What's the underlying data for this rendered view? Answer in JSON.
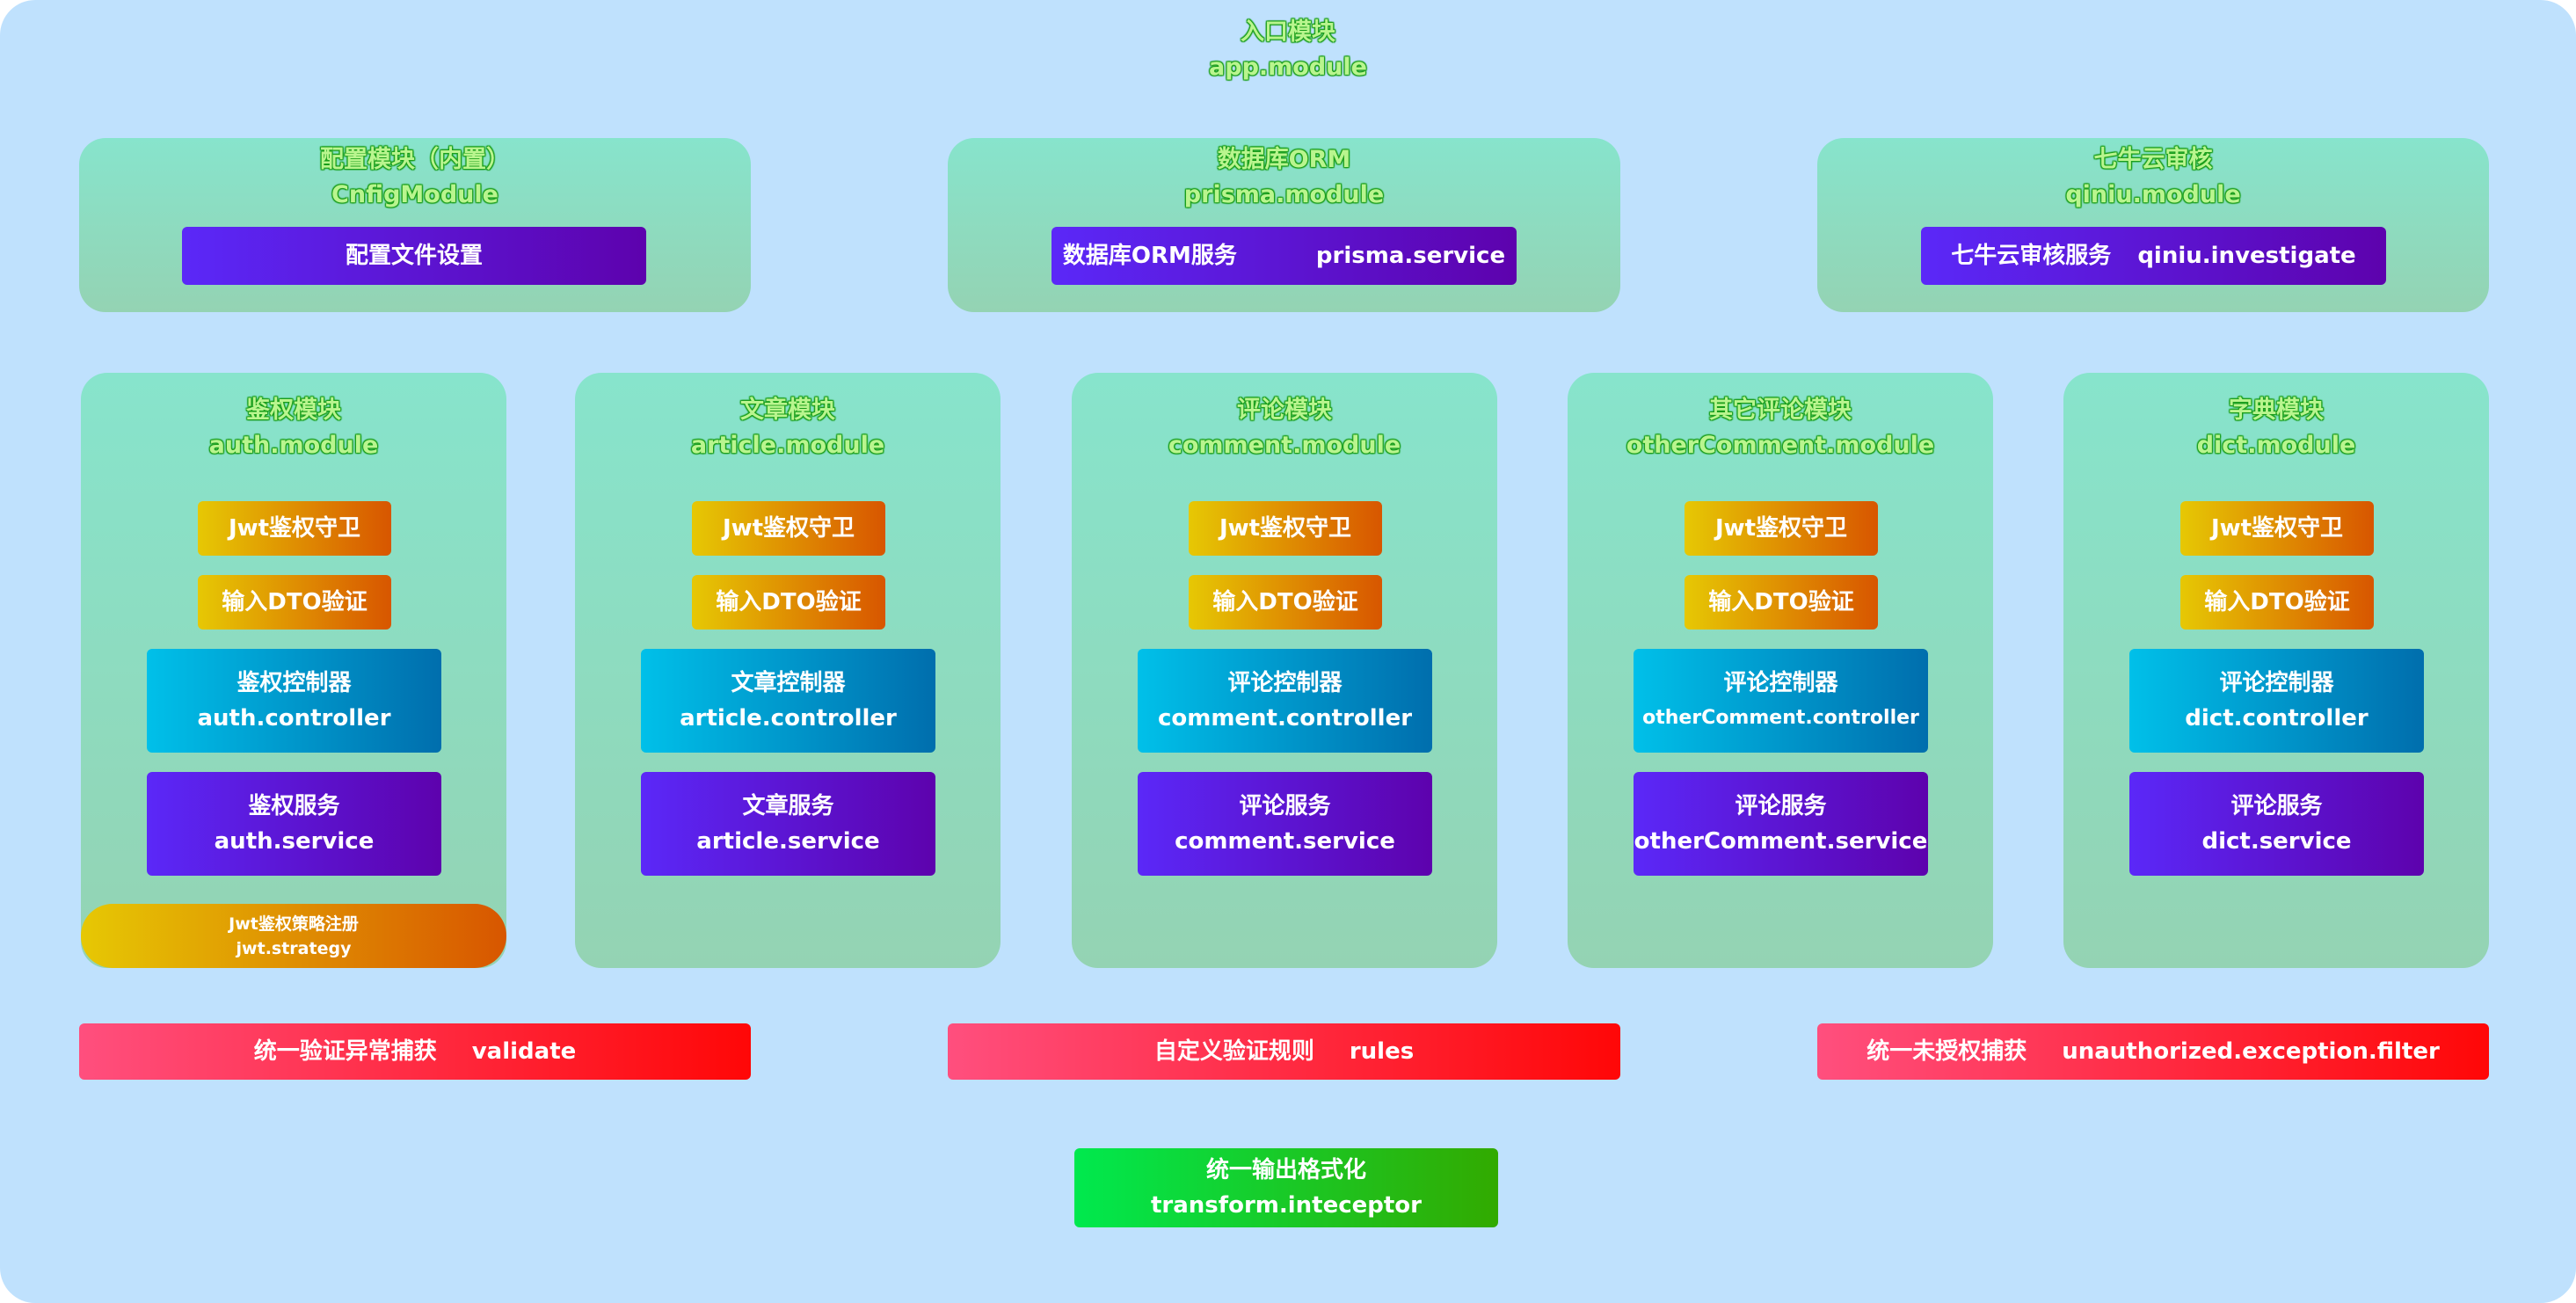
{
  "app": {
    "title": "入口模块",
    "subtitle": "app.module"
  },
  "top_modules": [
    {
      "title": "配置模块（内置）",
      "subtitle": "CnfigModule",
      "item": [
        "配置文件设置"
      ]
    },
    {
      "title": "数据库ORM",
      "subtitle": "prisma.module",
      "item": [
        "数据库ORM服务",
        "prisma.service"
      ]
    },
    {
      "title": "七牛云审核",
      "subtitle": "qiniu.module",
      "item": [
        "七牛云审核服务",
        "qiniu.investigate"
      ]
    }
  ],
  "modules": [
    {
      "title": "鉴权模块",
      "subtitle": "auth.module",
      "guard": "Jwt鉴权守卫",
      "dto": "输入DTO验证",
      "controller": [
        "鉴权控制器",
        "auth.controller"
      ],
      "service": [
        "鉴权服务",
        "auth.service"
      ],
      "strategy": [
        "Jwt鉴权策略注册",
        "jwt.strategy"
      ]
    },
    {
      "title": "文章模块",
      "subtitle": "article.module",
      "guard": "Jwt鉴权守卫",
      "dto": "输入DTO验证",
      "controller": [
        "文章控制器",
        "article.controller"
      ],
      "service": [
        "文章服务",
        "article.service"
      ]
    },
    {
      "title": "评论模块",
      "subtitle": "comment.module",
      "guard": "Jwt鉴权守卫",
      "dto": "输入DTO验证",
      "controller": [
        "评论控制器",
        "comment.controller"
      ],
      "service": [
        "评论服务",
        "comment.service"
      ]
    },
    {
      "title": "其它评论模块",
      "subtitle": "otherComment.module",
      "guard": "Jwt鉴权守卫",
      "dto": "输入DTO验证",
      "controller": [
        "评论控制器",
        "otherComment.controller"
      ],
      "service": [
        "评论服务",
        "otherComment.service"
      ]
    },
    {
      "title": "字典模块",
      "subtitle": "dict.module",
      "guard": "Jwt鉴权守卫",
      "dto": "输入DTO验证",
      "controller": [
        "评论控制器",
        "dict.controller"
      ],
      "service": [
        "评论服务",
        "dict.service"
      ]
    }
  ],
  "filters": [
    [
      "统一验证异常捕获",
      "validate"
    ],
    [
      "自定义验证规则",
      "rules"
    ],
    [
      "统一未授权捕获",
      "unauthorized.exception.filter"
    ]
  ],
  "interceptor": [
    "统一输出格式化",
    "transform.inteceptor"
  ]
}
